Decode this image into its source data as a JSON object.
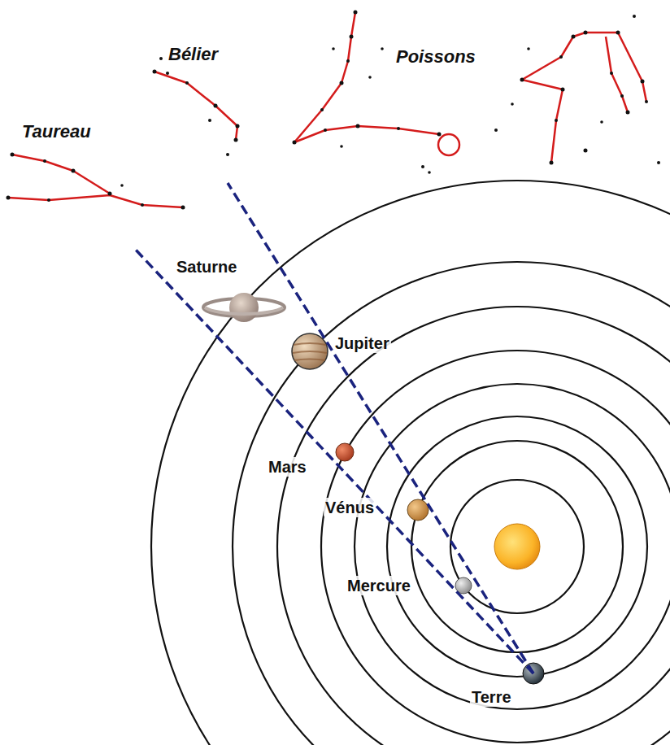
{
  "diagram": {
    "labels": [
      "Taureau",
      "Bélier",
      "Poissons",
      "Saturne",
      "Jupiter",
      "Mars",
      "Vénus",
      "Mercure",
      "Terre"
    ]
  }
}
